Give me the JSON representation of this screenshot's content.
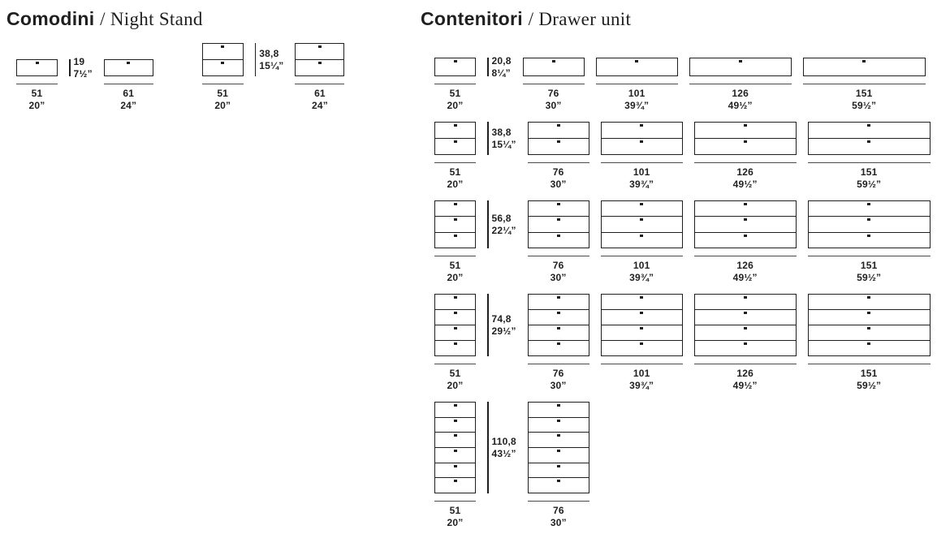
{
  "page": {
    "background": "#ffffff",
    "ink_color": "#1f1f1f",
    "dim_line_color": "#4a4a4a"
  },
  "sections": [
    {
      "id": "night-stand",
      "title_primary": "Comodini",
      "title_rest": "/ Night Stand",
      "rows": [
        {
          "groups": [
            {
              "height_cm": "19",
              "height_in": "7½”",
              "drawers": 1,
              "units": [
                {
                  "width_cm": "51",
                  "width_in": "20”"
                },
                {
                  "width_cm": "61",
                  "width_in": "24”"
                }
              ]
            },
            {
              "height_cm": "38,8",
              "height_in": "15¼”",
              "drawers": 2,
              "units": [
                {
                  "width_cm": "51",
                  "width_in": "20”"
                },
                {
                  "width_cm": "61",
                  "width_in": "24”"
                }
              ]
            }
          ]
        }
      ]
    },
    {
      "id": "drawer-unit",
      "title_primary": "Contenitori",
      "title_rest": "/ Drawer unit",
      "rows": [
        {
          "groups": [
            {
              "height_cm": "20,8",
              "height_in": "8¼”",
              "drawers": 1,
              "units": [
                {
                  "width_cm": "51",
                  "width_in": "20”"
                },
                {
                  "width_cm": "76",
                  "width_in": "30”"
                },
                {
                  "width_cm": "101",
                  "width_in": "39¾”"
                },
                {
                  "width_cm": "126",
                  "width_in": "49½”"
                },
                {
                  "width_cm": "151",
                  "width_in": "59½”"
                }
              ]
            }
          ]
        },
        {
          "groups": [
            {
              "height_cm": "38,8",
              "height_in": "15¼”",
              "drawers": 2,
              "units": [
                {
                  "width_cm": "51",
                  "width_in": "20”"
                },
                {
                  "width_cm": "76",
                  "width_in": "30”"
                },
                {
                  "width_cm": "101",
                  "width_in": "39¾”"
                },
                {
                  "width_cm": "126",
                  "width_in": "49½”"
                },
                {
                  "width_cm": "151",
                  "width_in": "59½”"
                }
              ]
            }
          ]
        },
        {
          "groups": [
            {
              "height_cm": "56,8",
              "height_in": "22¼”",
              "drawers": 3,
              "units": [
                {
                  "width_cm": "51",
                  "width_in": "20”"
                },
                {
                  "width_cm": "76",
                  "width_in": "30”"
                },
                {
                  "width_cm": "101",
                  "width_in": "39¾”"
                },
                {
                  "width_cm": "126",
                  "width_in": "49½”"
                },
                {
                  "width_cm": "151",
                  "width_in": "59½”"
                }
              ]
            }
          ]
        },
        {
          "groups": [
            {
              "height_cm": "74,8",
              "height_in": "29½”",
              "drawers": 4,
              "units": [
                {
                  "width_cm": "51",
                  "width_in": "20”"
                },
                {
                  "width_cm": "76",
                  "width_in": "30”"
                },
                {
                  "width_cm": "101",
                  "width_in": "39¾”"
                },
                {
                  "width_cm": "126",
                  "width_in": "49½”"
                },
                {
                  "width_cm": "151",
                  "width_in": "59½”"
                }
              ]
            }
          ]
        },
        {
          "groups": [
            {
              "height_cm": "110,8",
              "height_in": "43½”",
              "drawers": 6,
              "units": [
                {
                  "width_cm": "51",
                  "width_in": "20”"
                },
                {
                  "width_cm": "76",
                  "width_in": "30”"
                }
              ]
            }
          ]
        }
      ]
    }
  ]
}
